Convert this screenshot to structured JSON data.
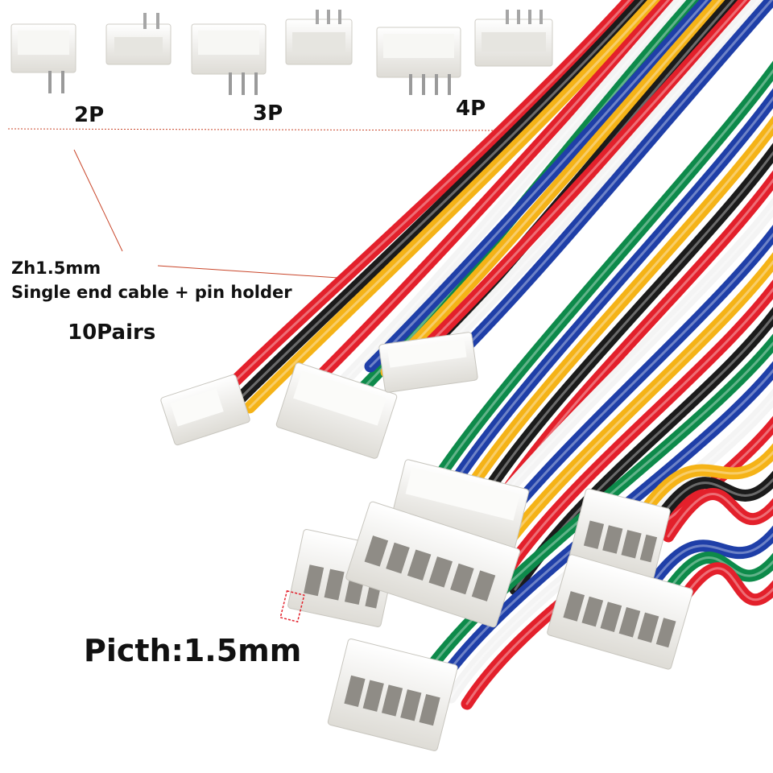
{
  "labels": {
    "two_pin": "2P",
    "three_pin": "3P",
    "four_pin": "4P",
    "spec": "Zh1.5mm",
    "description": "Single end cable + pin holder",
    "quantity": "10Pairs",
    "pitch": "Picth:1.5mm"
  },
  "colors": {
    "red": "#e3202b",
    "yellow": "#f5b317",
    "black": "#1b1b1b",
    "blue": "#1f3fa8",
    "green": "#0d8a4a",
    "white_wire": "#f4f4f4",
    "connector": "#f1f1ee",
    "guide_line": "#c9462a"
  }
}
